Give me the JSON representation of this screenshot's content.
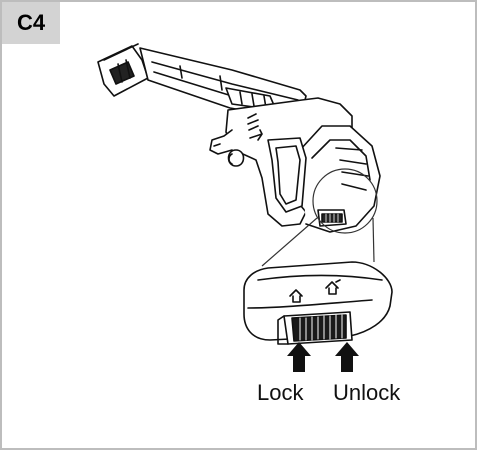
{
  "step": {
    "label": "C4"
  },
  "labels": {
    "lock": "Lock",
    "unlock": "Unlock"
  },
  "colors": {
    "frame_border": "#bdbdbd",
    "tab_background": "#d3d3d3",
    "line": "#111111"
  },
  "icons": {
    "spray-gun": "spray-gun-illustration",
    "adapter-detail": "adapter-detail-illustration",
    "arrow-lock": "up-arrow-icon",
    "arrow-unlock": "up-arrow-icon"
  }
}
